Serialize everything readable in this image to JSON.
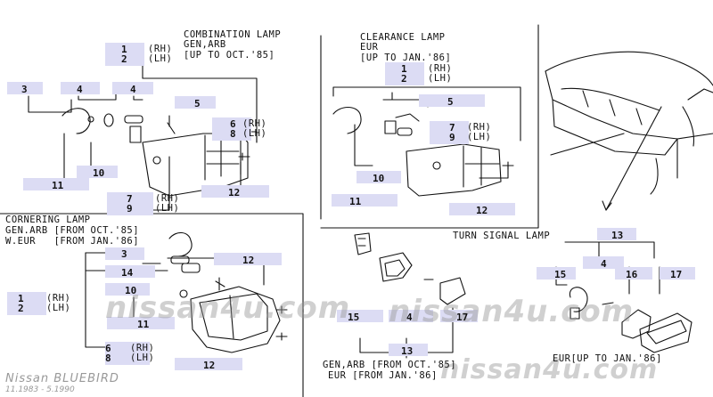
{
  "sections": {
    "combination": {
      "title": "COMBINATION LAMP",
      "line1": "GEN,ARB",
      "line2": "[UP TO OCT.'85]"
    },
    "clearance": {
      "title": "CLEARANCE LAMP",
      "line1": "EUR",
      "line2": "[UP TO JAN.'86]"
    },
    "cornering": {
      "title": "CORNERING LAMP",
      "line1": "GEN.ARB [FROM OCT.'85]",
      "line2": "W.EUR   [FROM JAN.'86]"
    },
    "turn_signal": {
      "title": "TURN SIGNAL LAMP",
      "note_gen": "GEN,ARB [FROM OCT.'85]",
      "note_eur": "EUR [FROM JAN.'86]",
      "note_eur2": "EUR[UP TO JAN.'86]"
    }
  },
  "side": {
    "rh": "(RH)",
    "lh": "(LH)"
  },
  "labels": {
    "n1": "1",
    "n2": "2",
    "n3": "3",
    "n4": "4",
    "n5": "5",
    "n6": "6",
    "n7": "7",
    "n8": "8",
    "n9": "9",
    "n10": "10",
    "n11": "11",
    "n12": "12",
    "n13": "13",
    "n14": "14",
    "n15": "15",
    "n16": "16",
    "n17": "17"
  },
  "footer": {
    "brand": "Nissan BLUEBIRD",
    "dates": "11.1983 - 5.1990"
  },
  "watermark": {
    "text1": "nissan4u.com",
    "text2": "nissan4u.com",
    "text3": "nissan4u.com"
  },
  "colors": {
    "highlight": "#dcdcf4",
    "line": "#111111"
  }
}
